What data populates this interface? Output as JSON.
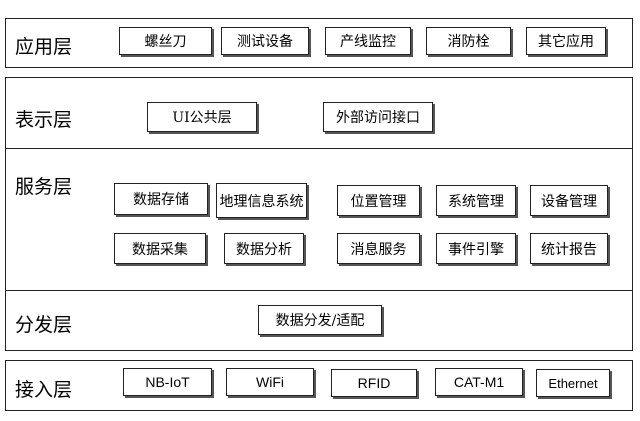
{
  "layers": [
    {
      "label": "应用层",
      "items": [
        "螺丝刀",
        "测试设备",
        "产线监控",
        "消防栓",
        "其它应用"
      ]
    },
    {
      "label": "表示层",
      "items": [
        "UI公共层",
        "外部访问接口"
      ]
    },
    {
      "label": "服务层",
      "items": [
        "数据存储",
        "地理信息系统",
        "位置管理",
        "系统管理",
        "设备管理",
        "数据采集",
        "数据分析",
        "消息服务",
        "事件引擎",
        "统计报告"
      ]
    },
    {
      "label": "分发层",
      "items": [
        "数据分发/适配"
      ]
    },
    {
      "label": "接入层",
      "items": [
        "NB-IoT",
        "WiFi",
        "RFID",
        "CAT-M1",
        "Ethernet"
      ]
    }
  ]
}
